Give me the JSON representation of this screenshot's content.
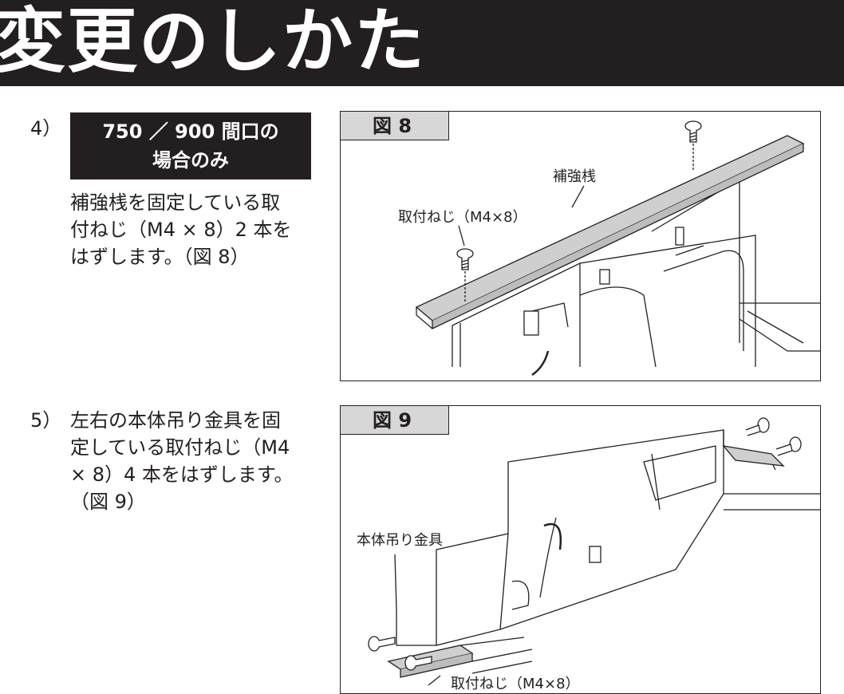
{
  "header": {
    "title": "変更のしかた"
  },
  "step4": {
    "number": "4）",
    "badge_line1": "750 ／ 900 間口の",
    "badge_line2": "場合のみ",
    "text_lines": [
      "補強桟を固定している取",
      "付ねじ（M4 × 8）2 本を",
      "はずします。（図 8）"
    ]
  },
  "figure8": {
    "label": "図 8",
    "callout_bar": "補強桟",
    "callout_screw": "取付ねじ（M4×8）"
  },
  "step5": {
    "number": "5）",
    "text_lines": [
      "左右の本体吊り金具を固",
      "定している取付ねじ（M4",
      "× 8）4 本をはずします。",
      "（図 9）"
    ]
  },
  "figure9": {
    "label": "図 9",
    "callout_bracket": "本体吊り金具",
    "callout_screw": "取付ねじ（M4×8）"
  }
}
